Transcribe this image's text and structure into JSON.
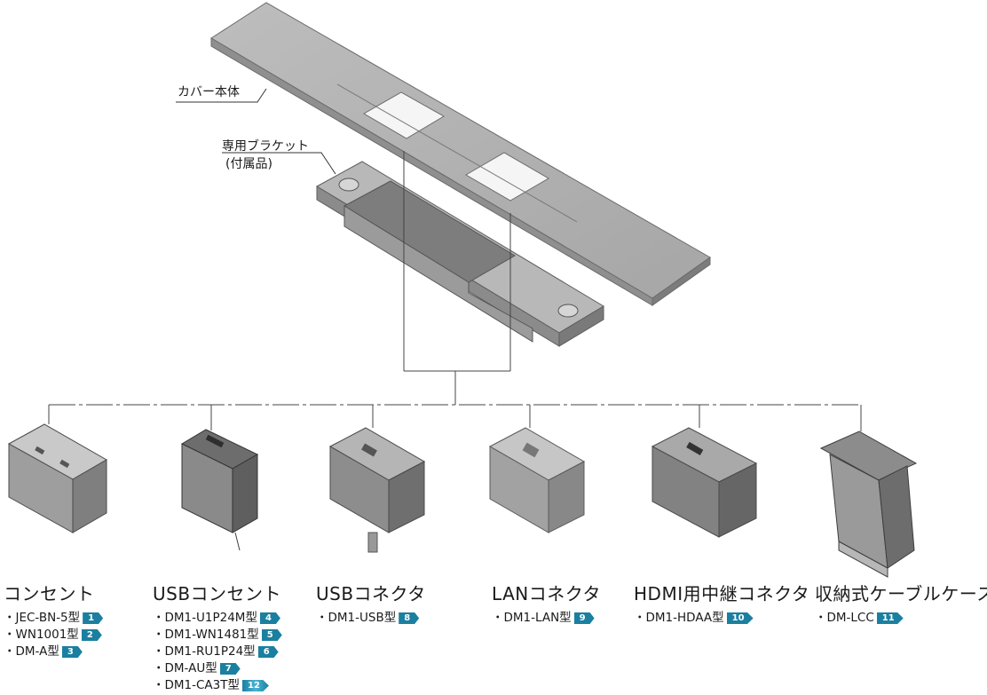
{
  "callouts": {
    "cover_body": "カバー本体",
    "bracket_line1": "専用ブラケット",
    "bracket_line2": "(付属品)"
  },
  "columns": [
    {
      "title": "コンセント",
      "items": [
        {
          "text": "・JEC-BN-5型",
          "badge": "1"
        },
        {
          "text": "・WN1001型",
          "badge": "2"
        },
        {
          "text": "・DM-A型",
          "badge": "3"
        }
      ]
    },
    {
      "title": "USBコンセント",
      "items": [
        {
          "text": "・DM1-U1P24M型",
          "badge": "4"
        },
        {
          "text": "・DM1-WN1481型",
          "badge": "5"
        },
        {
          "text": "・DM1-RU1P24型",
          "badge": "6"
        },
        {
          "text": "・DM-AU型",
          "badge": "7"
        },
        {
          "text": "・DM1-CA3T型",
          "badge": "12"
        }
      ]
    },
    {
      "title": "USBコネクタ",
      "items": [
        {
          "text": "・DM1-USB型",
          "badge": "8"
        }
      ]
    },
    {
      "title": "LANコネクタ",
      "items": [
        {
          "text": "・DM1-LAN型",
          "badge": "9"
        }
      ]
    },
    {
      "title": "HDMI用中継コネクタ",
      "items": [
        {
          "text": "・DM1-HDAA型",
          "badge": "10"
        }
      ]
    },
    {
      "title": "収納式ケーブルケース",
      "items": [
        {
          "text": "・DM-LCC",
          "badge": "11"
        }
      ]
    }
  ],
  "colors": {
    "badge": "#1b7fa0",
    "body": "#8a8a8a",
    "dark": "#555555",
    "light": "#cfcfcf"
  }
}
